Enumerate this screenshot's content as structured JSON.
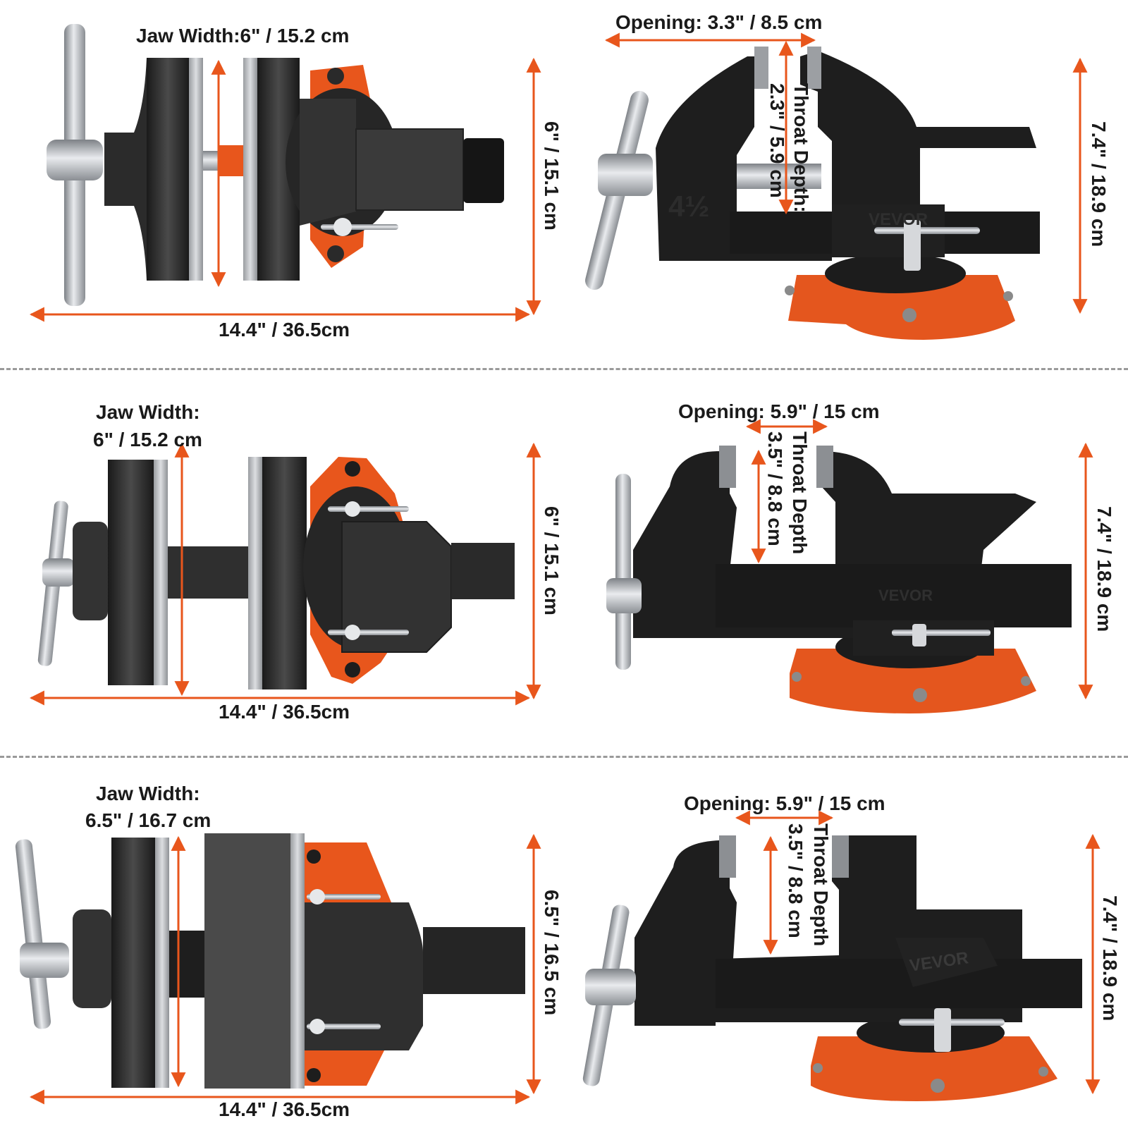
{
  "colors": {
    "accent": "#e8561c",
    "iron": "#1e1e1e",
    "iron_dark": "#111111",
    "steel": "#b9bcc0",
    "base_orange": "#e4561e",
    "text": "#1a1a1a",
    "divider": "#9a9a9a"
  },
  "rows": [
    {
      "top": {
        "jaw_width": "Jaw Width:6\" / 15.2 cm",
        "height": "6\" / 15.1 cm",
        "length": "14.4\" / 36.5cm"
      },
      "side": {
        "opening": "Opening: 3.3\" / 8.5 cm",
        "throat_line1": "Throat Depth:",
        "throat_line2": "2.3\" / 5.9 cm",
        "height": "7.4\" / 18.9 cm",
        "casting_mark": "4½",
        "brand": "VEVOR"
      }
    },
    {
      "top": {
        "jaw_width_line1": "Jaw Width:",
        "jaw_width_line2": "6\" / 15.2 cm",
        "height": "6\" / 15.1 cm",
        "length": "14.4\" / 36.5cm"
      },
      "side": {
        "opening": "Opening: 5.9\" / 15 cm",
        "throat_line1": "Throat Depth",
        "throat_line2": "3.5\" / 8.8 cm",
        "height": "7.4\" / 18.9 cm",
        "brand": "VEVOR"
      }
    },
    {
      "top": {
        "jaw_width_line1": "Jaw Width:",
        "jaw_width_line2": "6.5\" / 16.7 cm",
        "height": "6.5\" / 16.5 cm",
        "length": "14.4\" / 36.5cm"
      },
      "side": {
        "opening": "Opening: 5.9\" / 15 cm",
        "throat_line1": "Throat Depth",
        "throat_line2": "3.5\" / 8.8 cm",
        "height": "7.4\" / 18.9 cm",
        "brand": "VEVOR"
      }
    }
  ]
}
